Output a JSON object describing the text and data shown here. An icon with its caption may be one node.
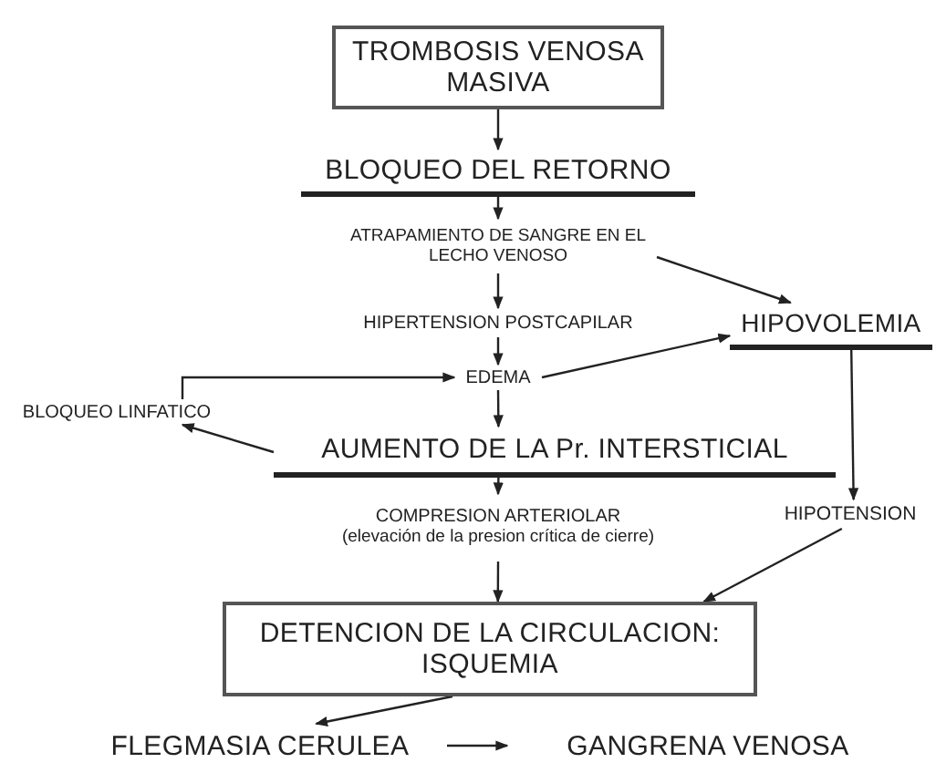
{
  "diagram": {
    "nodes": [
      {
        "text": [
          "TROMBOSIS VENOSA MASIVA"
        ]
      },
      {
        "text": [
          "BLOQUEO DEL RETORNO"
        ]
      },
      {
        "text": [
          "ATRAPAMIENTO DE SANGRE EN EL LECHO VENOSO"
        ]
      },
      {
        "text": [
          "HIPERTENSION POSTCAPILAR"
        ]
      },
      {
        "text": [
          "HIPOVOLEMIA"
        ]
      },
      {
        "text": [
          "EDEMA"
        ]
      },
      {
        "text": [
          "BLOQUEO LINFATICO"
        ]
      },
      {
        "text": [
          "AUMENTO DE LA Pr. INTERSTICIAL"
        ]
      },
      {
        "text": [
          "COMPRESION ARTERIOLAR",
          "(elevación de la presion crítica de cierre)"
        ]
      },
      {
        "text": [
          "HIPOTENSION"
        ]
      },
      {
        "text": [
          "DETENCION DE LA CIRCULACION: ISQUEMIA"
        ]
      },
      {
        "text": [
          "FLEGMASIA CERULEA"
        ]
      },
      {
        "text": [
          "GANGRENA VENOSA"
        ]
      }
    ],
    "edges": [
      {
        "from": 0,
        "to": 1,
        "arrow": "to"
      },
      {
        "from": 1,
        "to": 2,
        "arrow": "to"
      },
      {
        "from": 2,
        "to": 3,
        "arrow": "to"
      },
      {
        "from": 3,
        "to": 5,
        "arrow": "to"
      },
      {
        "from": 5,
        "to": 7,
        "arrow": "to"
      },
      {
        "from": 7,
        "to": 8,
        "arrow": "to"
      },
      {
        "from": 8,
        "to": 10,
        "arrow": "to"
      },
      {
        "from": 2,
        "to": 4,
        "arrow": "to"
      },
      {
        "from": 5,
        "to": 4,
        "arrow": "to"
      },
      {
        "from": 4,
        "to": 9,
        "arrow": "to"
      },
      {
        "from": 9,
        "to": 10,
        "arrow": "to"
      },
      {
        "from": 7,
        "to": 6,
        "arrow": "to"
      },
      {
        "from": 6,
        "to": 5,
        "arrow": "to"
      },
      {
        "from": 10,
        "to": 11,
        "arrow": "to"
      },
      {
        "from": 11,
        "to": 12,
        "arrow": "to"
      }
    ]
  }
}
